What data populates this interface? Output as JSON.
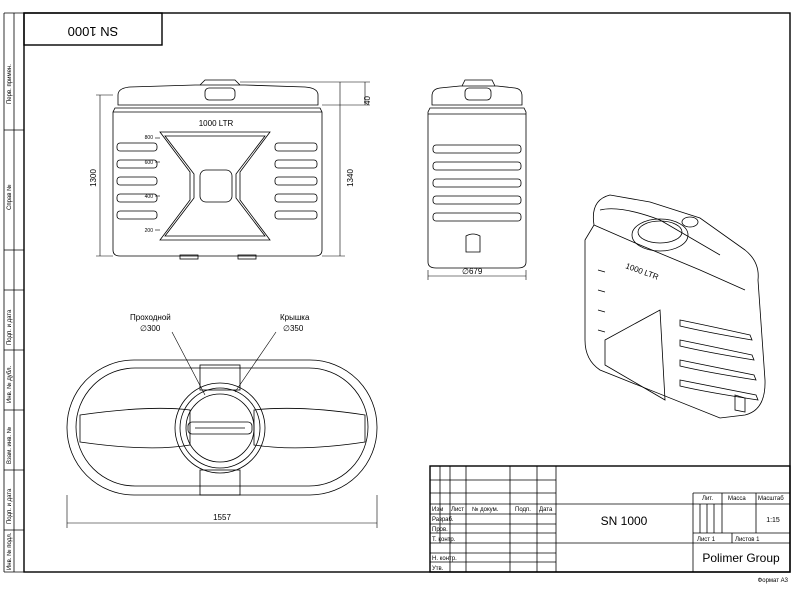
{
  "sheet": {
    "stamp_mirrored": "SN 1000",
    "format": "Формат А3"
  },
  "side_labels": [
    "Перв. примен.",
    "Справ №",
    "Подп. и дата",
    "Инв. № дубл.",
    "Взам. инв. №",
    "Подп. и дата",
    "Инв. № подл."
  ],
  "front_view": {
    "volume_label": "1000 LTR",
    "level_marks": [
      "800",
      "600",
      "400",
      "200"
    ],
    "dim_height": "1300",
    "dim_total_height": "1340",
    "dim_top": "40"
  },
  "side_view": {
    "dim_width": "∅679"
  },
  "iso_view": {
    "volume_label": "1000 LTR"
  },
  "top_view": {
    "manhole_label": "Проходной",
    "manhole_dim": "∅300",
    "lid_label": "Крышка",
    "lid_dim": "∅350",
    "dim_length": "1557"
  },
  "title_block": {
    "col_headers": [
      "Изм",
      "Лист",
      "№ докум.",
      "Подп.",
      "Дата"
    ],
    "row_labels": [
      "Разраб.",
      "Пров.",
      "Т. контр.",
      "Н. контр.",
      "Утв."
    ],
    "designation": "SN 1000",
    "lit_header": "Лит.",
    "mass_header": "Масса",
    "scale_header": "Масштаб",
    "scale_value": "1:15",
    "sheet_label": "Лист 1",
    "sheets_label": "Листов 1",
    "company": "Polimer Group"
  }
}
